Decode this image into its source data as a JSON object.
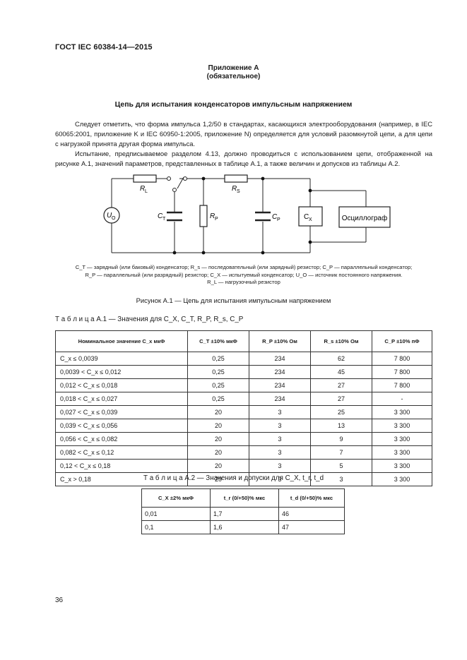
{
  "header": {
    "code": "ГОСТ IEC 60384-14—2015"
  },
  "appendix": {
    "title": "Приложение А",
    "subtitle": "(обязательное)",
    "section_title": "Цепь для испытания конденсаторов импульсным напряжением"
  },
  "body": {
    "p1": "Следует отметить, что форма импульса 1,2/50 в стандартах, касающихся электрооборудования (например, в IEC 60065:2001, приложение K и IEC 60950-1:2005, приложение N) определяется для условий разомкнутой цепи, а для цепи с нагрузкой принята другая форма импульса.",
    "p2": "Испытание, предписываемое разделом 4.13, должно проводиться с использованием цепи, отображенной на рисунке А.1, значений параметров, представленных в таблице А.1, а также величин и допусков из таблицы А.2."
  },
  "circuit": {
    "source_label": "U",
    "source_sub": "O",
    "rl_label": "R",
    "rl_sub": "L",
    "ct_label": "C",
    "ct_sub": "T",
    "rp_label": "R",
    "rp_sub": "P",
    "rs_label": "R",
    "rs_sub": "S",
    "cp_label": "C",
    "cp_sub": "P",
    "cx_label": "C",
    "cx_sub": "X",
    "osc_label": "Осциллограф"
  },
  "figure": {
    "legend_line1": "C_T — зарядный (или баковый) конденсатор; R_s — последовательный (или зарядный) резистор; C_P — параллельный конденсатор;",
    "legend_line2": "R_P — параллельный (или разрядный) резистор; C_X — испытуемый конденсатор; U_O — источник постоянного напряжения.",
    "legend_line3": "R_L — нагрузочный резистор",
    "caption": "Рисунок А.1 — Цепь для испытания импульсным напряжением"
  },
  "table1": {
    "caption": "Т а б л и ц а  А.1 — Значения для C_X, C_T, R_P, R_s, C_P",
    "headers": [
      "Номинальное значение C_x мкФ",
      "C_T ±10% мкФ",
      "R_P ±10% Ом",
      "R_s ±10% Ом",
      "C_P ±10% пФ"
    ],
    "rows": [
      [
        "C_x ≤ 0,0039",
        "0,25",
        "234",
        "62",
        "7 800"
      ],
      [
        "0,0039 < C_x ≤ 0,012",
        "0,25",
        "234",
        "45",
        "7 800"
      ],
      [
        "0,012  < C_x ≤ 0,018",
        "0,25",
        "234",
        "27",
        "7 800"
      ],
      [
        "0,018  < C_x ≤ 0,027",
        "0,25",
        "234",
        "27",
        "-"
      ],
      [
        "0,027  < C_x ≤ 0,039",
        "20",
        "3",
        "25",
        "3 300"
      ],
      [
        "0,039  < C_x ≤ 0,056",
        "20",
        "3",
        "13",
        "3 300"
      ],
      [
        "0,056  < C_x ≤ 0,082",
        "20",
        "3",
        "9",
        "3 300"
      ],
      [
        "0,082  < C_x ≤ 0,12",
        "20",
        "3",
        "7",
        "3 300"
      ],
      [
        "0,12   < C_x ≤ 0,18",
        "20",
        "3",
        "5",
        "3 300"
      ],
      [
        "C_x > 0,18",
        "20",
        "3",
        "3",
        "3 300"
      ]
    ]
  },
  "table2": {
    "caption": "Т а б л и ц а  А.2 — Значения и допуски для C_X, t_r, t_d",
    "headers": [
      "C_X ±2% мкФ",
      "t_r (0/+50)% мкс",
      "t_d (0/+50)% мкс"
    ],
    "rows": [
      [
        "0,01",
        "1,7",
        "46"
      ],
      [
        "0,1",
        "1,6",
        "47"
      ]
    ]
  },
  "footer": {
    "page_number": "36"
  }
}
